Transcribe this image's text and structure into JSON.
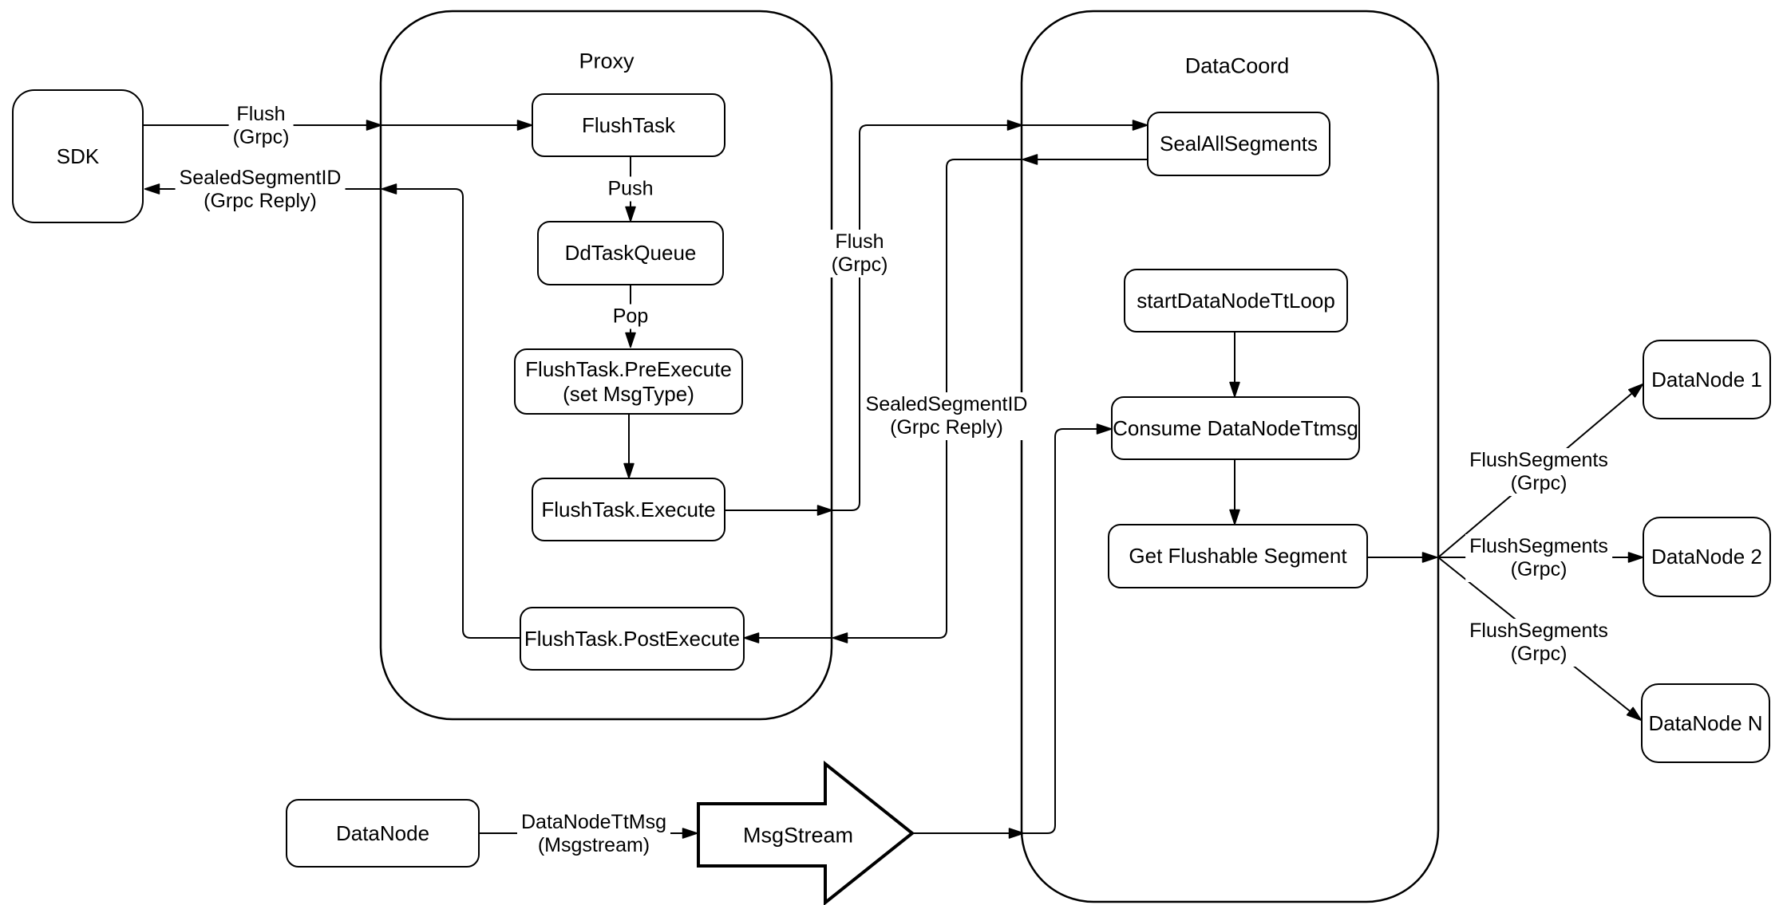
{
  "containers": {
    "proxy": {
      "title": "Proxy"
    },
    "data_coord": {
      "title": "DataCoord"
    }
  },
  "nodes": {
    "sdk": {
      "label": "SDK"
    },
    "flush_task": {
      "label": "FlushTask"
    },
    "dd_task_queue": {
      "label": "DdTaskQueue"
    },
    "pre_execute": {
      "label": "FlushTask.PreExecute",
      "sublabel": "(set MsgType)"
    },
    "execute": {
      "label": "FlushTask.Execute"
    },
    "post_execute": {
      "label": "FlushTask.PostExecute"
    },
    "seal_all_segments": {
      "label": "SealAllSegments"
    },
    "start_loop": {
      "label": "startDataNodeTtLoop"
    },
    "consume": {
      "label": "Consume DataNodeTtmsg"
    },
    "get_flushable": {
      "label": "Get Flushable Segment"
    },
    "data_node_1": {
      "label": "DataNode 1"
    },
    "data_node_2": {
      "label": "DataNode 2"
    },
    "data_node_n": {
      "label": "DataNode N"
    },
    "data_node": {
      "label": "DataNode"
    },
    "msg_stream": {
      "label": "MsgStream"
    }
  },
  "edges": {
    "sdk_flush": {
      "line1": "Flush",
      "line2": "(Grpc)"
    },
    "sdk_reply": {
      "line1": "SealedSegmentID",
      "line2": "(Grpc Reply)"
    },
    "push": {
      "label": "Push"
    },
    "pop": {
      "label": "Pop"
    },
    "coord_flush": {
      "line1": "Flush",
      "line2": "(Grpc)"
    },
    "coord_reply": {
      "line1": "SealedSegmentID",
      "line2": "(Grpc Reply)"
    },
    "fan_1": {
      "line1": "FlushSegments",
      "line2": "(Grpc)"
    },
    "fan_2": {
      "line1": "FlushSegments",
      "line2": "(Grpc)"
    },
    "fan_3": {
      "line1": "FlushSegments",
      "line2": "(Grpc)"
    },
    "tt_msg": {
      "line1": "DataNodeTtMsg",
      "line2": "(Msgstream)"
    }
  },
  "colors": {
    "line": "#000000",
    "node_fill": "#ffffff",
    "background": "#ffffff"
  }
}
